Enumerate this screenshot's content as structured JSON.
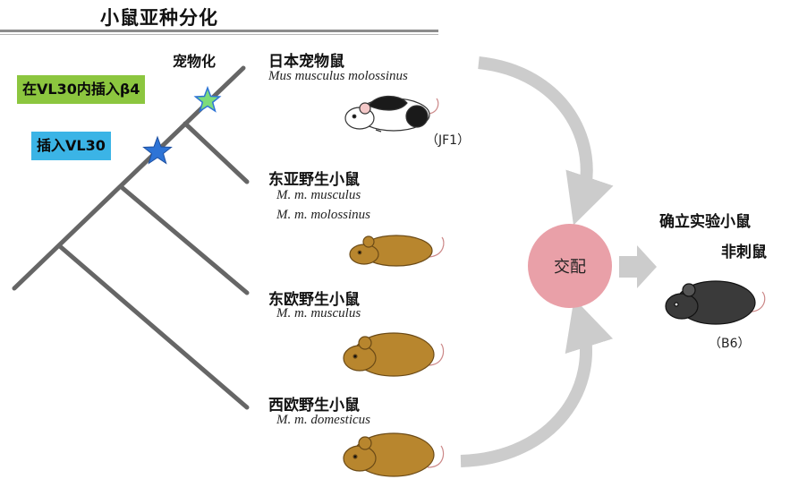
{
  "title": "小鼠亚种分化",
  "domestication_label": "宠物化",
  "insertions": {
    "vl30_beta4": "在VL30内插入β4",
    "vl30": "插入VL30"
  },
  "species": [
    {
      "name": "日本宠物鼠",
      "sci": [
        "Mus musculus molossinus"
      ],
      "strain": "（JF1）"
    },
    {
      "name": "东亚野生小鼠",
      "sci": [
        "M. m. musculus",
        "M. m. molossinus"
      ]
    },
    {
      "name": "东欧野生小鼠",
      "sci": [
        "M. m. musculus"
      ]
    },
    {
      "name": "西欧野生小鼠",
      "sci": [
        "M. m. domesticus"
      ]
    }
  ],
  "cross_label": "交配",
  "result": {
    "line1": "确立实验小鼠",
    "line2": "非刺鼠",
    "strain": "（B6）"
  },
  "colors": {
    "branch": "#666666",
    "arrow": "#cccccc",
    "cross_circle": "#e9a0a8",
    "green_box": "#8cc63f",
    "blue_box": "#3bb4e6",
    "green_star": "#7ddc7a",
    "blue_star": "#2e74d6",
    "wild_mouse": "#b8862e",
    "lab_mouse": "#3a3a3a"
  }
}
